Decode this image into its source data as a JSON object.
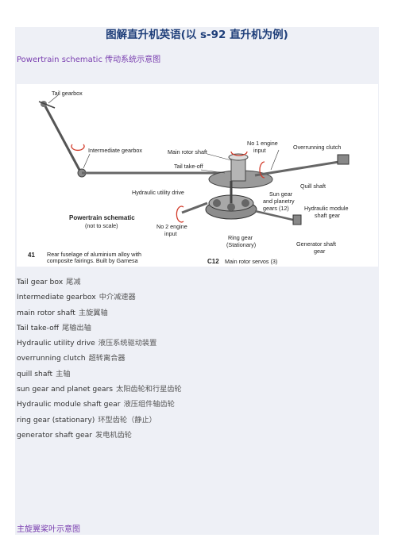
{
  "title": "图解直升机英语(以 s-92 直升机为例)",
  "section_powertrain": "Powertrain schematic  传动系统示意图",
  "section_rotor": "主旋翼桨叶示意图",
  "diagram": {
    "labels": {
      "tail_gearbox": "Tail gearbox",
      "intermediate_gearbox": "Intermediate gearbox",
      "main_rotor_shaft": "Main rotor shaft",
      "no1_engine_input": [
        "No 1 engine",
        "input"
      ],
      "overrunning_clutch": "Overrunning clutch",
      "tail_takeoff": "Tail take-off",
      "quill_shaft": "Quill shaft",
      "hydraulic_utility_drive": "Hydraulic utility drive",
      "sun_gear": [
        "Sun gear",
        "and planetry",
        "gears (12)"
      ],
      "hydraulic_module_shaft_gear": [
        "Hydraulic module",
        "shaft gear"
      ],
      "powertrain_schematic": "Powertrain schematic",
      "not_to_scale": "(not to scale)",
      "no2_engine_input": [
        "No 2 engine",
        "input"
      ],
      "ring_gear": [
        "Ring  gear",
        "(Stationary)"
      ],
      "generator_shaft_gear": [
        "Generator shaft",
        "gear"
      ],
      "ref_41": "41",
      "rear_fuselage": [
        "Rear fuselage of aluminium alloy with",
        "composite fairings. Built by Gamesa"
      ],
      "ref_c12": "C12",
      "main_rotor_servos": "Main rotor servos (3)"
    }
  },
  "glossary": [
    {
      "en": "Tail gear box",
      "zh": "尾减"
    },
    {
      "en": "Intermediate gearbox",
      "zh": "中介减速器"
    },
    {
      "en": "main rotor shaft",
      "zh": "主旋翼轴"
    },
    {
      "en": "Tail take-off",
      "zh": "尾输出轴"
    },
    {
      "en": "Hydraulic utility drive",
      "zh": "液压系统驱动装置"
    },
    {
      "en": "overrunning clutch",
      "zh": "超转离合器"
    },
    {
      "en": "quill shaft",
      "zh": "主轴"
    },
    {
      "en": "sun gear and planet gears",
      "zh": "太阳齿轮和行星齿轮"
    },
    {
      "en": "Hydraulic module shaft gear",
      "zh": "液压组件轴齿轮"
    },
    {
      "en": "ring gear (stationary)",
      "zh": "环型齿轮（静止）"
    },
    {
      "en": "generator shaft gear",
      "zh": "发电机齿轮"
    }
  ]
}
